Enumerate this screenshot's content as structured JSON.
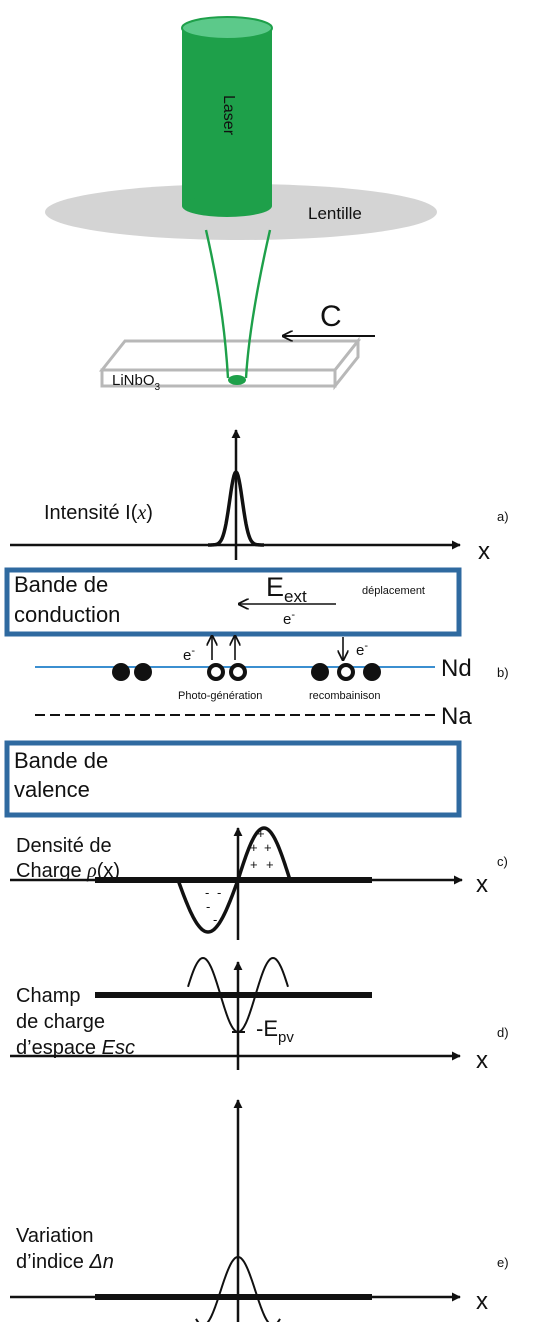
{
  "top": {
    "laser_label": "Laser",
    "lens_label": "Lentille",
    "c_axis_label": "C",
    "crystal_label_main": "LiNbO",
    "crystal_label_sub": "3"
  },
  "panel_a": {
    "letter": "a)",
    "label_prefix": "Intensité I(",
    "label_var": "x",
    "label_suffix": ")",
    "axis_label": "x"
  },
  "panel_b": {
    "letter": "b)",
    "conduction_line1": "Bande de",
    "conduction_line2": "conduction",
    "field_main": "E",
    "field_sub": "ext",
    "electron_under_arrow": "e",
    "electron_sup": "-",
    "displacement_label": "déplacement",
    "electron_left": "e",
    "electron_right": "e",
    "photo_generation_label": "Photo-génération",
    "recombination_label": "recombainison",
    "donor_level": "Nd",
    "acceptor_level": "Na",
    "valence_line1": "Bande de",
    "valence_line2": "valence"
  },
  "panel_c": {
    "letter": "c)",
    "label_line1": "Densité de",
    "label_line2_prefix": "Charge ",
    "label_line2_var": "ρ",
    "label_line2_arg": "(x)",
    "axis_label": "x",
    "plus_signs": [
      "+",
      "+",
      "+",
      "+",
      "+"
    ],
    "minus_signs": [
      "-",
      "-",
      "-",
      "-"
    ]
  },
  "panel_d": {
    "letter": "d)",
    "label_line1": "Champ",
    "label_line2": "de charge",
    "label_line3_prefix": "d’espace ",
    "label_line3_var": "Esc",
    "level_main": "-E",
    "level_sub": "pv",
    "axis_label": "x"
  },
  "panel_e": {
    "letter": "e)",
    "label_line1": "Variation",
    "label_line2_prefix": "d’indice ",
    "label_line2_var": "Δn",
    "axis_label": "x"
  },
  "colors": {
    "laser": "#1ea04a",
    "laser_top": "#5cc98a",
    "lens": "#d4d4d4",
    "band_border": "#2f6aa0",
    "donor_line": "#3b8fd0",
    "ink": "#111111",
    "crystal": "#b8b8b8"
  }
}
